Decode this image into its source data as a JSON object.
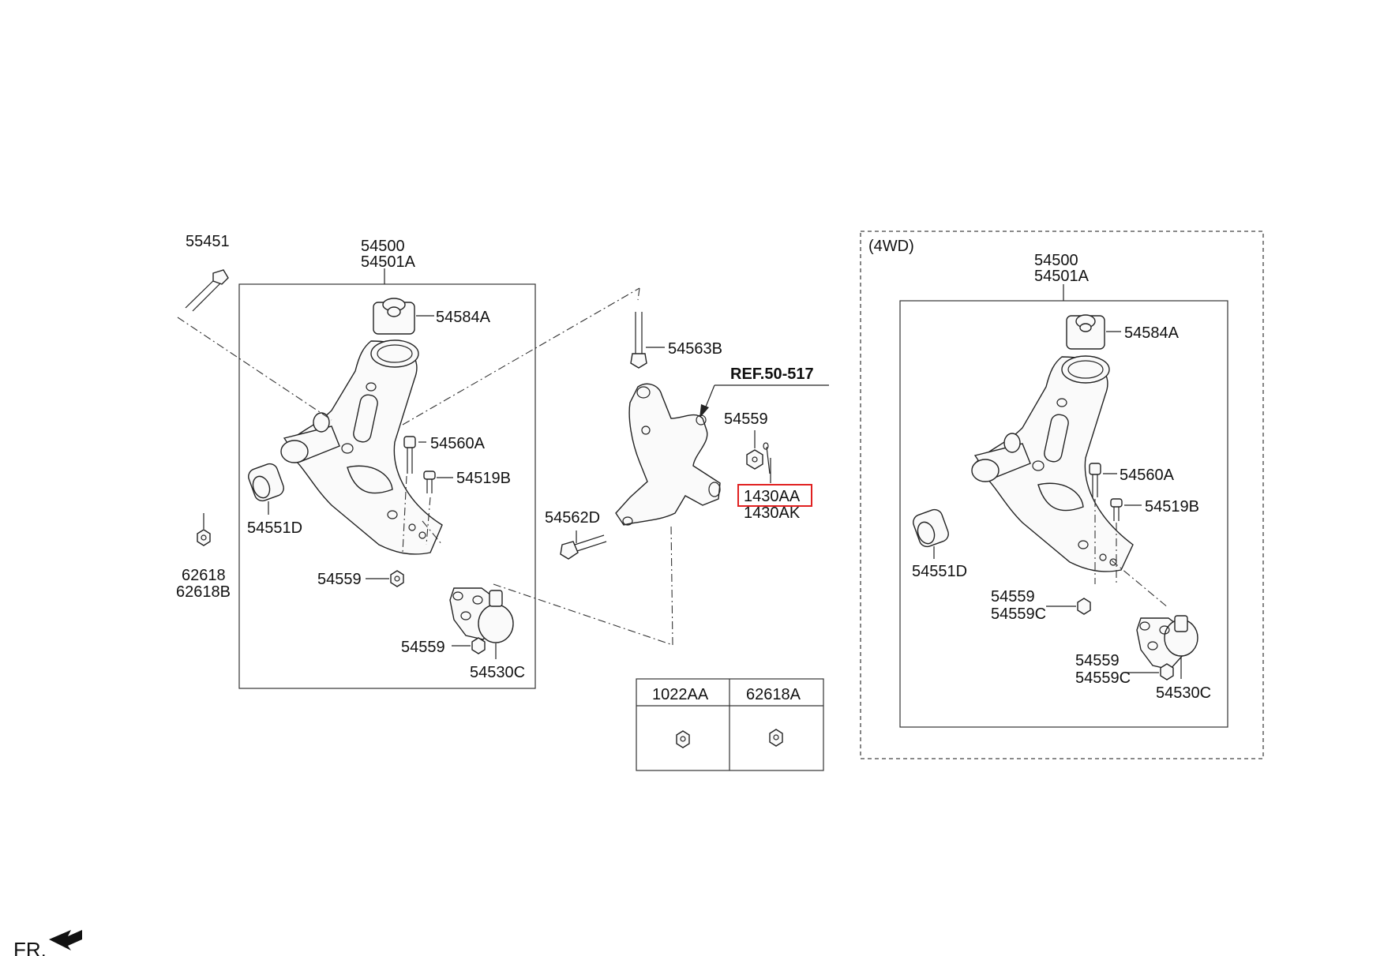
{
  "labels": {
    "p55451": "55451",
    "p54500": "54500",
    "p54501A": "54501A",
    "p54584A": "54584A",
    "p54560A": "54560A",
    "p54519B": "54519B",
    "p54551D": "54551D",
    "p62618": "62618",
    "p62618B": "62618B",
    "p54559": "54559",
    "p54530C": "54530C",
    "p54563B": "54563B",
    "ref": "REF.50-517",
    "p54562D": "54562D",
    "p1430AA": "1430AA",
    "p1430AK": "1430AK",
    "p1022AA": "1022AA",
    "p62618A": "62618A",
    "wd4": "(4WD)",
    "p54559C": "54559C",
    "fr": "FR."
  },
  "colors": {
    "highlight": "#e02020",
    "line": "#222222"
  }
}
